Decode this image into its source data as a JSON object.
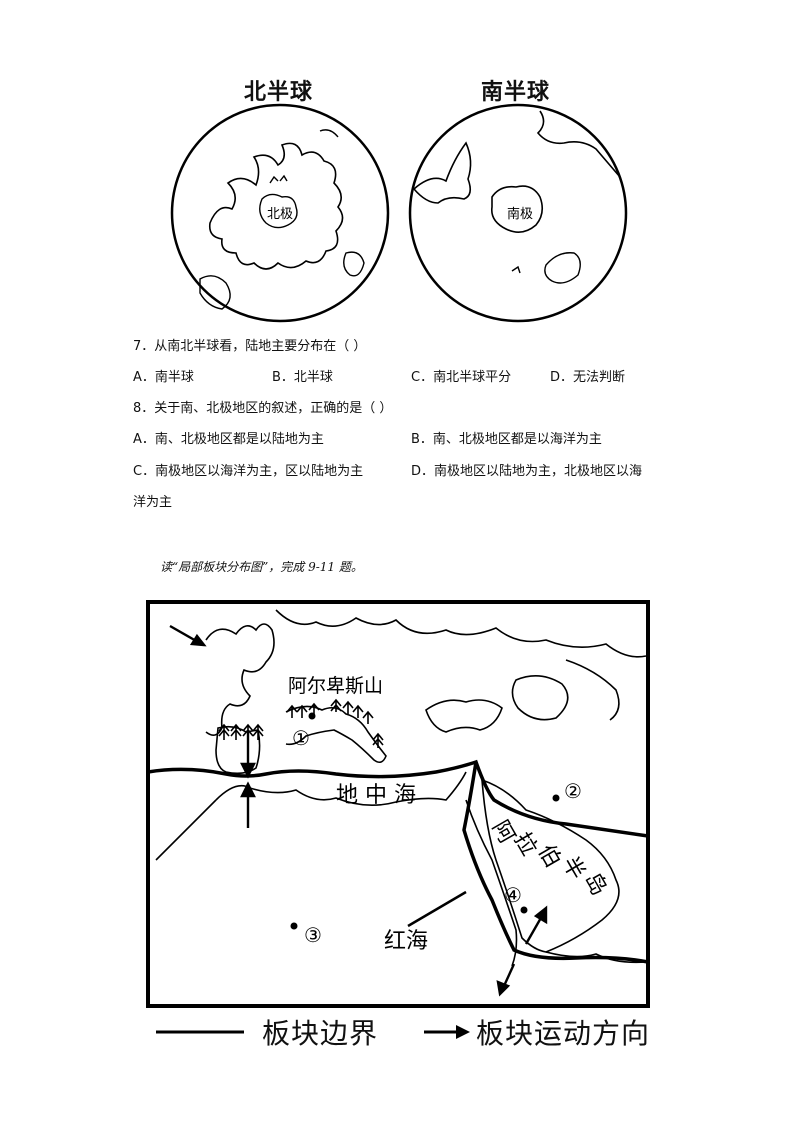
{
  "globes": {
    "north": {
      "title": "北半球",
      "pole": "北极"
    },
    "south": {
      "title": "南半球",
      "pole": "南极"
    }
  },
  "questions": {
    "q7": {
      "stem": "7．从南北半球看，陆地主要分布在（    ）",
      "options": [
        "A．南半球",
        "B．北半球",
        "C．南北半球平分",
        "D．无法判断"
      ]
    },
    "q8": {
      "stem": "8．关于南、北极地区的叙述，正确的是（    ）",
      "options": [
        "A．南、北极地区都是以陆地为主",
        "B．南、北极地区都是以海洋为主",
        "C．南极地区以海洋为主，区以陆地为主",
        "D．南极地区以陆地为主，北极地区以海",
        "洋为主"
      ]
    }
  },
  "intro": "读“局部板块分布图”，完成 9-11 题。",
  "plate_map": {
    "labels": {
      "alps": "阿尔卑斯山",
      "med_sea": "地 中 海",
      "arabia": [
        "阿",
        "拉",
        "伯",
        "半",
        "岛"
      ],
      "red_sea": "红海",
      "point1": "①",
      "point2": "②",
      "point3": "③",
      "point4": "④"
    },
    "legend": {
      "boundary": "板块边界",
      "motion": "板块运动方向"
    }
  }
}
